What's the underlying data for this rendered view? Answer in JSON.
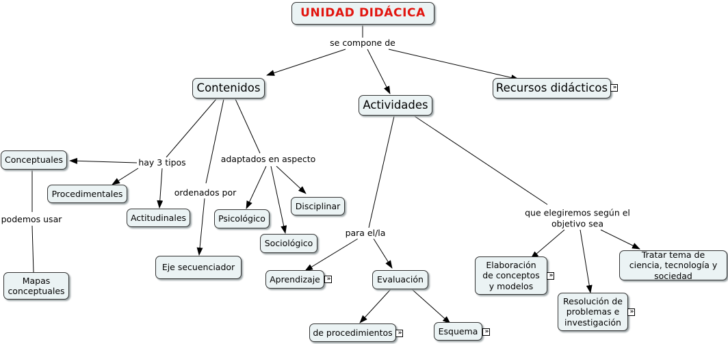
{
  "title": "UNIDAD DIDÁCICA",
  "nodes": {
    "contenidos": "Contenidos",
    "actividades": "Actividades",
    "recursos": "Recursos didácticos",
    "conceptuales": "Conceptuales",
    "procedimentales": "Procedimentales",
    "actitudinales": "Actitudinales",
    "eje": "Eje secuenciador",
    "psicologico": "Psicológico",
    "sociologico": "Sociológico",
    "disciplinar": "Disciplinar",
    "mapas": "Mapas conceptuales",
    "aprendizaje": "Aprendizaje",
    "evaluacion": "Evaluación",
    "de_procedimientos": "de procedimientos",
    "esquema": "Esquema",
    "elaboracion": "Elaboración de conceptos y modelos",
    "resolucion": "Resolución de problemas e investigación",
    "tratar": "Tratar tema de ciencia, tecnología y sociedad"
  },
  "links": {
    "se_compone_de": "se compone de",
    "hay_3_tipos": "hay 3 tipos",
    "ordenados_por": "ordenados por",
    "adaptados_en_aspecto": "adaptados en aspecto",
    "podemos_usar": "podemos usar",
    "para_el_la": "para el/la",
    "que_elegiremos": "que elegiremos según el objetivo sea"
  },
  "expand_glyph": "»"
}
